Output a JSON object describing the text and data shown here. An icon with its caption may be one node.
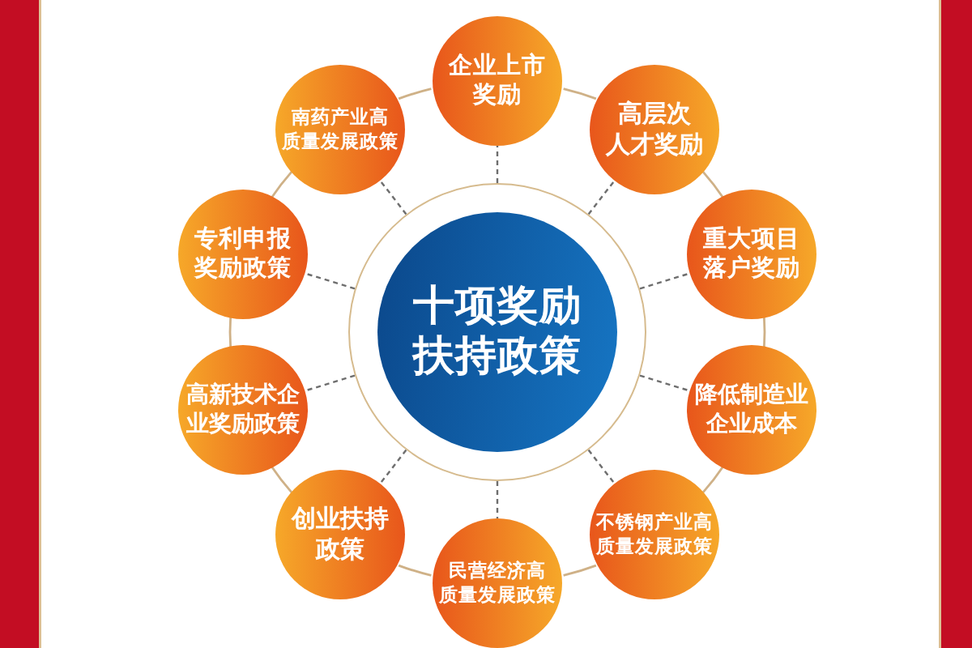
{
  "diagram": {
    "nodes": [
      {
        "text": [
          "十项奖励扶持政策"
        ]
      },
      {
        "text": [
          "企业上市奖励"
        ]
      },
      {
        "text": [
          "高层次人才奖励"
        ]
      },
      {
        "text": [
          "重大项目落户奖励"
        ]
      },
      {
        "text": [
          "降低制造业企业成本"
        ]
      },
      {
        "text": [
          "不锈钢产业高质量发展政策"
        ]
      },
      {
        "text": [
          "民营经济高质量发展政策"
        ]
      },
      {
        "text": [
          "创业扶持政策"
        ]
      },
      {
        "text": [
          "高新技术企业奖励政策"
        ]
      },
      {
        "text": [
          "专利申报奖励政策"
        ]
      },
      {
        "text": [
          "南药产业高质量发展政策"
        ]
      }
    ],
    "edges": [
      {
        "from": 0,
        "to": 1,
        "arrow": "none",
        "style": "dashed"
      },
      {
        "from": 0,
        "to": 2,
        "arrow": "none",
        "style": "dashed"
      },
      {
        "from": 0,
        "to": 3,
        "arrow": "none",
        "style": "dashed"
      },
      {
        "from": 0,
        "to": 4,
        "arrow": "none",
        "style": "dashed"
      },
      {
        "from": 0,
        "to": 5,
        "arrow": "none",
        "style": "dashed"
      },
      {
        "from": 0,
        "to": 6,
        "arrow": "none",
        "style": "dashed"
      },
      {
        "from": 0,
        "to": 7,
        "arrow": "none",
        "style": "dashed"
      },
      {
        "from": 0,
        "to": 8,
        "arrow": "none",
        "style": "dashed"
      },
      {
        "from": 0,
        "to": 9,
        "arrow": "none",
        "style": "dashed"
      },
      {
        "from": 0,
        "to": 10,
        "arrow": "none",
        "style": "dashed"
      },
      {
        "from": 1,
        "to": 2,
        "arrow": "none",
        "color": "#cfb187"
      },
      {
        "from": 2,
        "to": 3,
        "arrow": "none",
        "color": "#cfb187"
      },
      {
        "from": 3,
        "to": 4,
        "arrow": "none",
        "color": "#cfb187"
      },
      {
        "from": 4,
        "to": 5,
        "arrow": "none",
        "color": "#cfb187"
      },
      {
        "from": 5,
        "to": 6,
        "arrow": "none",
        "color": "#cfb187"
      },
      {
        "from": 6,
        "to": 7,
        "arrow": "none",
        "color": "#cfb187"
      },
      {
        "from": 7,
        "to": 8,
        "arrow": "none",
        "color": "#cfb187"
      },
      {
        "from": 8,
        "to": 9,
        "arrow": "none",
        "color": "#cfb187"
      },
      {
        "from": 9,
        "to": 10,
        "arrow": "none",
        "color": "#cfb187"
      },
      {
        "from": 10,
        "to": 1,
        "arrow": "none",
        "color": "#cfb187"
      }
    ]
  }
}
